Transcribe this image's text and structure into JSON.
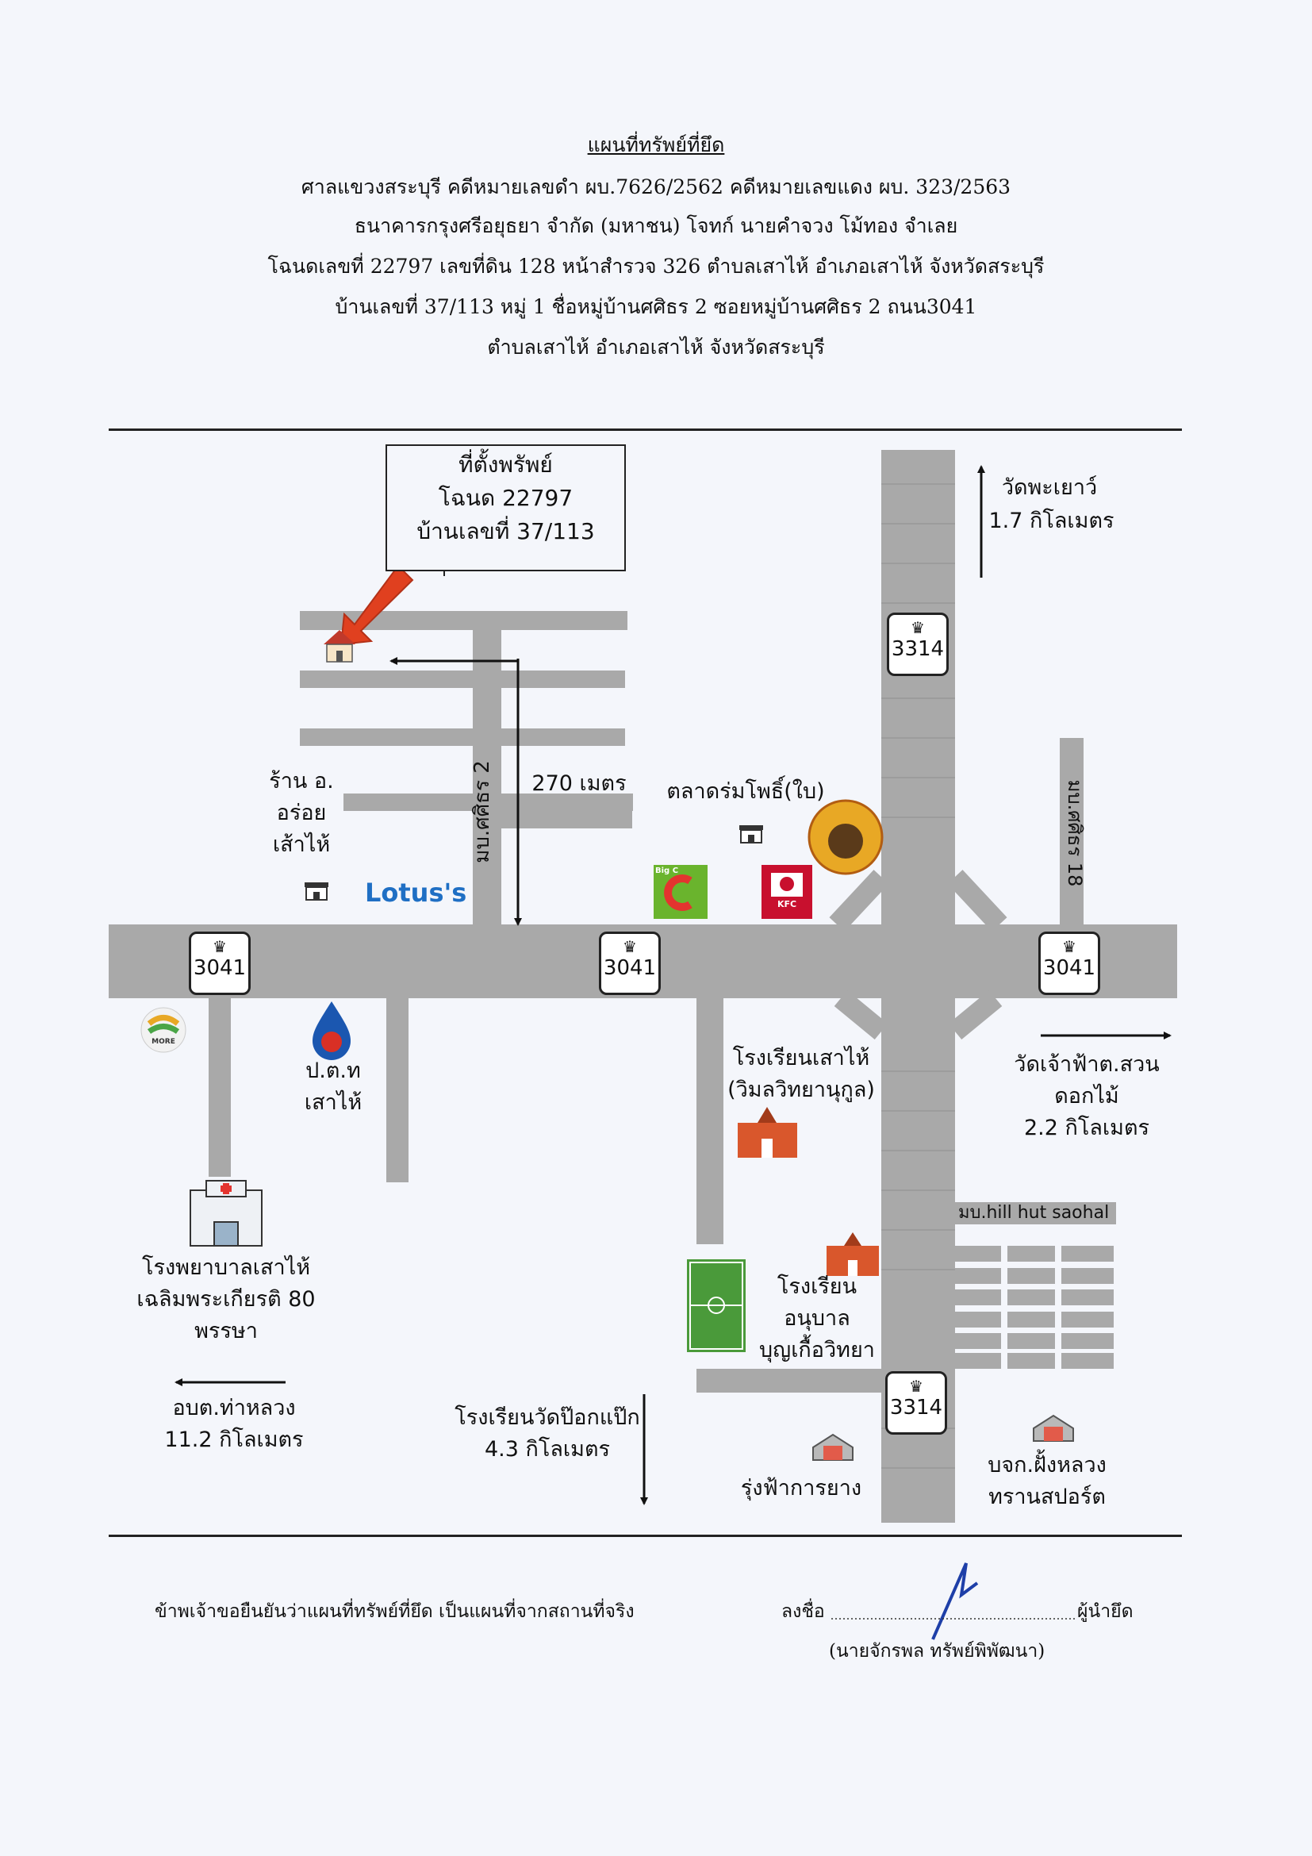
{
  "header": {
    "title": "แผนที่ทรัพย์ที่ยึด",
    "line1": "ศาลแขวงสระบุรี   คดีหมายเลขดำ ผบ.7626/2562  คดีหมายเลขแดง ผบ. 323/2563",
    "line2": "ธนาคารกรุงศรีอยุธยา จำกัด  (มหาชน) โจทก์  นายคำจวง    โม้ทอง    จำเลย",
    "line3": "โฉนดเลขที่ 22797  เลขที่ดิน  128   หน้าสำรวจ  326    ตำบลเสาไห้   อำเภอเสาไห้    จังหวัดสระบุรี",
    "line4": "บ้านเลขที่ 37/113 หมู่  1  ชื่อหมู่บ้านศศิธร 2  ซอยหมู่บ้านศศิธร 2  ถนน3041",
    "line5": "ตำบลเสาไห้   อำเภอเสาไห้    จังหวัดสระบุรี"
  },
  "property_box": {
    "line1": "ที่ตั้งพรัพย์",
    "line2": "โฉนด 22797",
    "line3": "บ้านเลขที่ 37/113"
  },
  "roads": {
    "route_3041": "3041",
    "route_3314": "3314",
    "soi_sasithorn_2": "มบ.ศศิธร 2",
    "soi_sasithorn_18": "มบ.ศศิธร 18",
    "hill_hut": "มบ.hill hut  saohal"
  },
  "distances": {
    "to_property": "270 เมตร",
    "wat_phayao_name": "วัดพะเยาว์",
    "wat_phayao_dist": "1.7 กิโลเมตร",
    "wat_chaofa_line1": "วัดเจ้าฟ้าต.สวน",
    "wat_chaofa_line2": "ดอกไม้",
    "wat_chaofa_dist": "2.2 กิโลเมตร",
    "obt_name": "อบต.ท่าหลวง",
    "obt_dist": "11.2 กิโลเมตร",
    "school_pok_name": "โรงเรียนวัดป๊อกแป๊ก",
    "school_pok_dist": "4.3 กิโลเมตร"
  },
  "landmarks": {
    "shop_line1": "ร้าน อ.",
    "shop_line2": "อร่อย",
    "shop_line3": "เส้าไห้",
    "lotus": "Lotus's",
    "bigc": "Big C",
    "kfc": "KFC",
    "market": "ตลาดร่มโพธิ์(ใบ)",
    "ptt_line1": "ป.ต.ท",
    "ptt_line2": "เสาไห้",
    "school1_line1": "โรงเรียนเสาไห้",
    "school1_line2": "(วิมลวิทยานุกูล)",
    "hospital_line1": "โรงพยาบาลเสาไห้",
    "hospital_line2": "เฉลิมพระเกียรติ 80",
    "hospital_line3": "พรรษา",
    "kinder_line1": "โรงเรียน",
    "kinder_line2": "อนุบาล",
    "kinder_line3": "บุญเกื้อวิทยา",
    "rung_fa": "รุ่งฟ้าการยาง",
    "bjk_line1": "บจก.ฝั้งหลวง",
    "bjk_line2": "ทรานสปอร์ต",
    "pt_more": "MORE"
  },
  "footer": {
    "statement": "ข้าพเจ้าขอยืนยันว่าแผนที่ทรัพย์ที่ยึด เป็นแผนที่จากสถานที่จริง",
    "sign_label": "ลงชื่อ",
    "sign_role": "ผู้นำยึด",
    "signer": "(นายจักรพล    ทรัพย์พิพัฒนา)"
  },
  "colors": {
    "road": "#a9a9a9",
    "arrow_red": "#e0401f",
    "lotus_blue": "#1f6fc4",
    "ptt_blue": "#1b57b0"
  }
}
